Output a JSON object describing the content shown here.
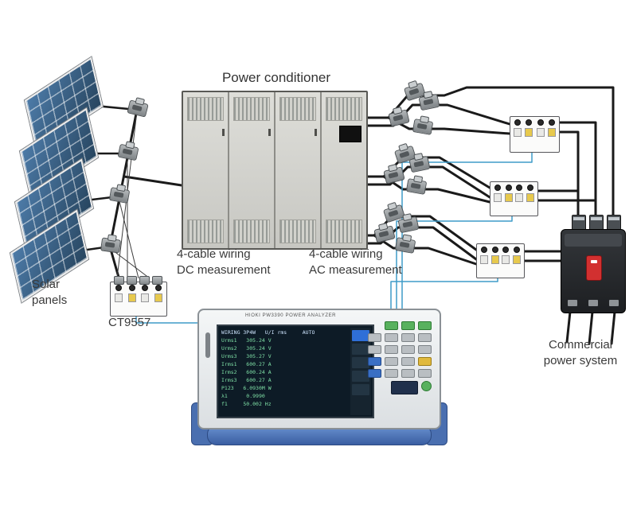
{
  "labels": {
    "power_conditioner": "Power conditioner",
    "solar_line1": "Solar",
    "solar_line2": "panels",
    "ct9557": "CT9557",
    "dc_line1": "4-cable wiring",
    "dc_line2": "DC measurement",
    "ac_line1": "4-cable wiring",
    "ac_line2": "AC measurement",
    "commercial_line1": "Commercial",
    "commercial_line2": "power system"
  },
  "analyzer": {
    "brand_line": "HIOKI   PW3390   POWER ANALYZER",
    "screen_rows": [
      "WIRING 3P4W   U/I rms     AUTO",
      "Urms1   305.24 V",
      "Urms2   305.24 V",
      "Urms3   305.27 V",
      "Irms1   600.27 A",
      "Irms2   600.24 A",
      "Irms3   600.27 A",
      "P123   6.0930M W",
      "λ1      0.9990",
      "f1     50.002 Hz"
    ]
  },
  "colors": {
    "cable_black": "#1a1a1a",
    "signal_blue": "#3e9bc8",
    "panel_blue": "#3c6b96",
    "breaker_red": "#d23030"
  }
}
